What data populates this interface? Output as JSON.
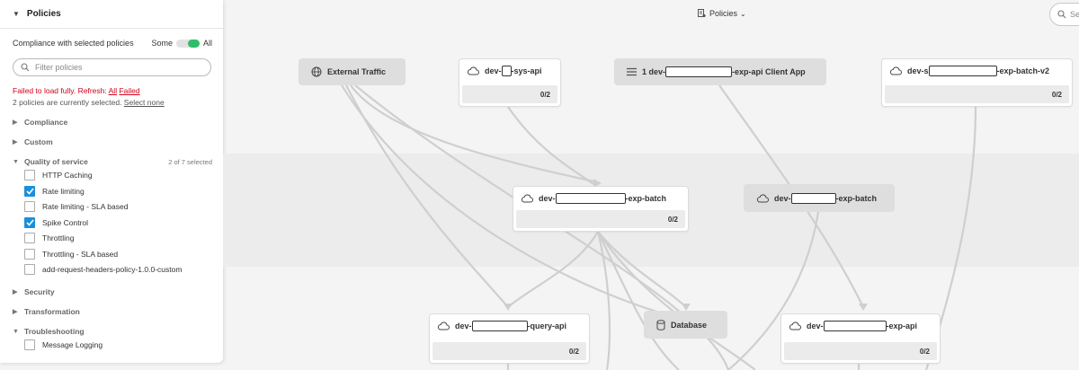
{
  "panel": {
    "title": "Policies",
    "compliance_label": "Compliance with selected policies",
    "toggle_left": "Some",
    "toggle_right": "All",
    "search_placeholder": "Filter policies",
    "error_text": "Failed to load fully. Refresh:",
    "error_link_all": "All",
    "error_link_failed": "Failed",
    "selected_text": "2 policies are currently selected.",
    "select_none": "Select none",
    "categories": {
      "compliance": "Compliance",
      "custom": "Custom",
      "qos": "Quality of service",
      "qos_count": "2 of 7 selected",
      "security": "Security",
      "transformation": "Transformation",
      "troubleshooting": "Troubleshooting"
    },
    "qos_items": [
      {
        "label": "HTTP Caching",
        "checked": false
      },
      {
        "label": "Rate limiting",
        "checked": true
      },
      {
        "label": "Rate limiting - SLA based",
        "checked": false
      },
      {
        "label": "Spike Control",
        "checked": true
      },
      {
        "label": "Throttling",
        "checked": false
      },
      {
        "label": "Throttling - SLA based",
        "checked": false
      },
      {
        "label": "add-request-headers-policy-1.0.0-custom",
        "checked": false
      }
    ],
    "troubleshooting_items": [
      {
        "label": "Message Logging",
        "checked": false
      }
    ]
  },
  "topbar": {
    "policies_label": "Policies",
    "search_placeholder": "Se"
  },
  "nodes": {
    "external": {
      "label": "External Traffic"
    },
    "sys_api": {
      "prefix": "dev-",
      "suffix": "-sys-api",
      "value": "0/2"
    },
    "client_app": {
      "prefix": "1 dev-",
      "suffix": "-exp-api Client App"
    },
    "exp_batch_v2": {
      "prefix": "dev-s",
      "suffix": "-exp-batch-v2",
      "value": "0/2"
    },
    "exp_batch_a": {
      "prefix": "dev-",
      "suffix": "-exp-batch",
      "value": "0/2"
    },
    "exp_batch_b": {
      "prefix": "dev-",
      "suffix": "-exp-batch"
    },
    "query_api": {
      "prefix": "dev-",
      "suffix": "-query-api",
      "value": "0/2"
    },
    "database": {
      "label": "Database"
    },
    "exp_api": {
      "prefix": "dev-",
      "suffix": "-exp-api",
      "value": "0/2"
    }
  }
}
